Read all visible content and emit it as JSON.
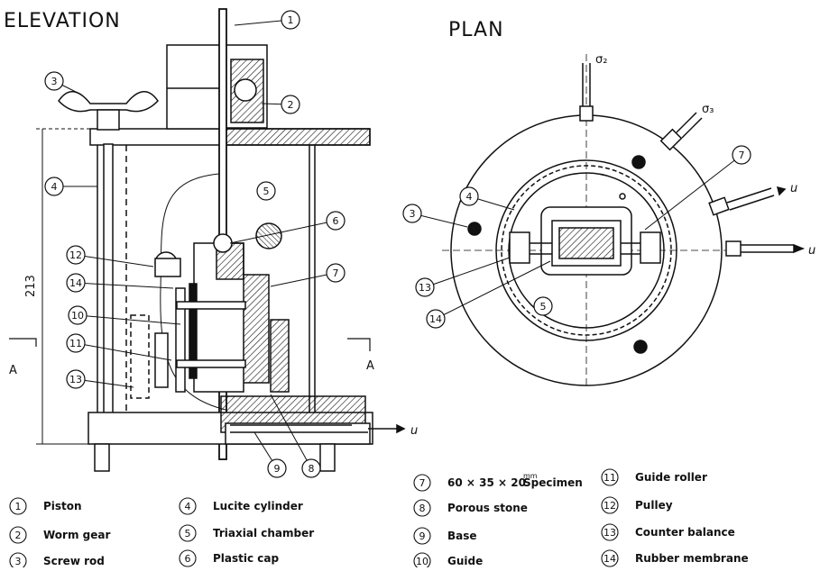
{
  "titles": {
    "elevation": "ELEVATION",
    "plan": "PLAN"
  },
  "dimension": "213",
  "section_mark": "A",
  "flow_label": "u",
  "sigma_labels": {
    "s2": "σ₂",
    "s3": "σ₃"
  },
  "callouts": [
    "1",
    "2",
    "3",
    "4",
    "5",
    "6",
    "7",
    "8",
    "9",
    "10",
    "11",
    "12",
    "13",
    "14"
  ],
  "legend": [
    {
      "num": "1",
      "text": "Piston"
    },
    {
      "num": "2",
      "text": "Worm gear"
    },
    {
      "num": "3",
      "text": "Screw rod"
    },
    {
      "num": "4",
      "text": "Lucite cylinder"
    },
    {
      "num": "5",
      "text": "Triaxial chamber"
    },
    {
      "num": "6",
      "text": "Plastic cap"
    },
    {
      "num": "7",
      "text": "60 × 35 × 20",
      "sup": "mm",
      "suffix": "Specimen"
    },
    {
      "num": "8",
      "text": "Porous stone"
    },
    {
      "num": "9",
      "text": "Base"
    },
    {
      "num": "10",
      "text": "Guide"
    },
    {
      "num": "11",
      "text": "Guide roller"
    },
    {
      "num": "12",
      "text": "Pulley"
    },
    {
      "num": "13",
      "text": "Counter balance"
    },
    {
      "num": "14",
      "text": "Rubber membrane"
    }
  ]
}
